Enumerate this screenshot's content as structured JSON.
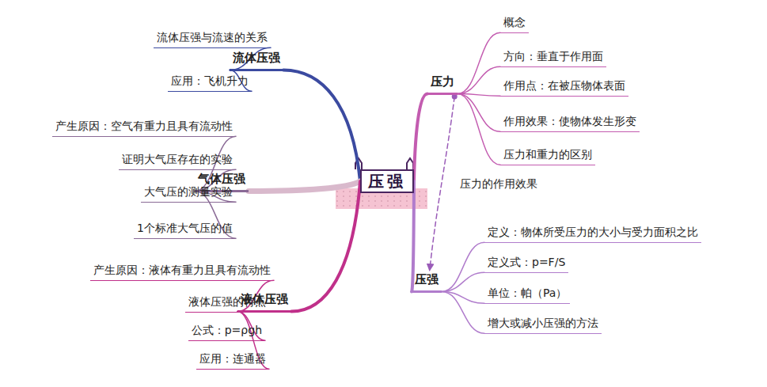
{
  "diagram": {
    "nodes": [
      {
        "text": [
          "压强"
        ]
      },
      {
        "text": [
          "流体压强"
        ]
      },
      {
        "text": [
          "流体压强与流速的关系"
        ]
      },
      {
        "text": [
          "应用：飞机升力"
        ]
      },
      {
        "text": [
          "气体压强"
        ]
      },
      {
        "text": [
          "产生原因：空气有重力且具有流动性"
        ]
      },
      {
        "text": [
          "证明大气压存在的实验"
        ]
      },
      {
        "text": [
          "大气压的测量实验"
        ]
      },
      {
        "text": [
          "1个标准大气压的值"
        ]
      },
      {
        "text": [
          "液体压强"
        ]
      },
      {
        "text": [
          "产生原因：液体有重力且具有流动性"
        ]
      },
      {
        "text": [
          "液体压强的特点"
        ]
      },
      {
        "text": [
          "公式：p=ρgh"
        ]
      },
      {
        "text": [
          "应用：连通器"
        ]
      },
      {
        "text": [
          "压力"
        ]
      },
      {
        "text": [
          "概念"
        ]
      },
      {
        "text": [
          "方向：垂直于作用面"
        ]
      },
      {
        "text": [
          "作用点：在被压物体表面"
        ]
      },
      {
        "text": [
          "作用效果：使物体发生形变"
        ]
      },
      {
        "text": [
          "压力和重力的区别"
        ]
      },
      {
        "text": [
          "压强"
        ]
      },
      {
        "text": [
          "定义：物体所受压力的大小与受力面积之比"
        ]
      },
      {
        "text": [
          "定义式：p=F/S"
        ]
      },
      {
        "text": [
          "单位：帕（Pa）"
        ]
      },
      {
        "text": [
          "增大或减小压强的方法"
        ]
      }
    ],
    "edges": [
      {
        "from": 0,
        "to": 1,
        "arrow": "none"
      },
      {
        "from": 0,
        "to": 4,
        "arrow": "none"
      },
      {
        "from": 0,
        "to": 9,
        "arrow": "none"
      },
      {
        "from": 0,
        "to": 14,
        "arrow": "none"
      },
      {
        "from": 0,
        "to": 20,
        "arrow": "none"
      },
      {
        "from": 14,
        "to": 20,
        "label": "压力的作用效果",
        "arrow": "to"
      },
      {
        "from": 1,
        "to": 2,
        "arrow": "none"
      },
      {
        "from": 1,
        "to": 3,
        "arrow": "none"
      },
      {
        "from": 4,
        "to": 5,
        "arrow": "none"
      },
      {
        "from": 4,
        "to": 6,
        "arrow": "none"
      },
      {
        "from": 4,
        "to": 7,
        "arrow": "none"
      },
      {
        "from": 4,
        "to": 8,
        "arrow": "none"
      },
      {
        "from": 9,
        "to": 10,
        "arrow": "none"
      },
      {
        "from": 9,
        "to": 11,
        "arrow": "none"
      },
      {
        "from": 9,
        "to": 12,
        "arrow": "none"
      },
      {
        "from": 9,
        "to": 13,
        "arrow": "none"
      },
      {
        "from": 14,
        "to": 15,
        "arrow": "none"
      },
      {
        "from": 14,
        "to": 16,
        "arrow": "none"
      },
      {
        "from": 14,
        "to": 17,
        "arrow": "none"
      },
      {
        "from": 14,
        "to": 18,
        "arrow": "none"
      },
      {
        "from": 14,
        "to": 19,
        "arrow": "none"
      },
      {
        "from": 20,
        "to": 21,
        "arrow": "none"
      },
      {
        "from": 20,
        "to": 22,
        "arrow": "none"
      },
      {
        "from": 20,
        "to": 23,
        "arrow": "none"
      },
      {
        "from": 20,
        "to": 24,
        "arrow": "none"
      }
    ]
  }
}
